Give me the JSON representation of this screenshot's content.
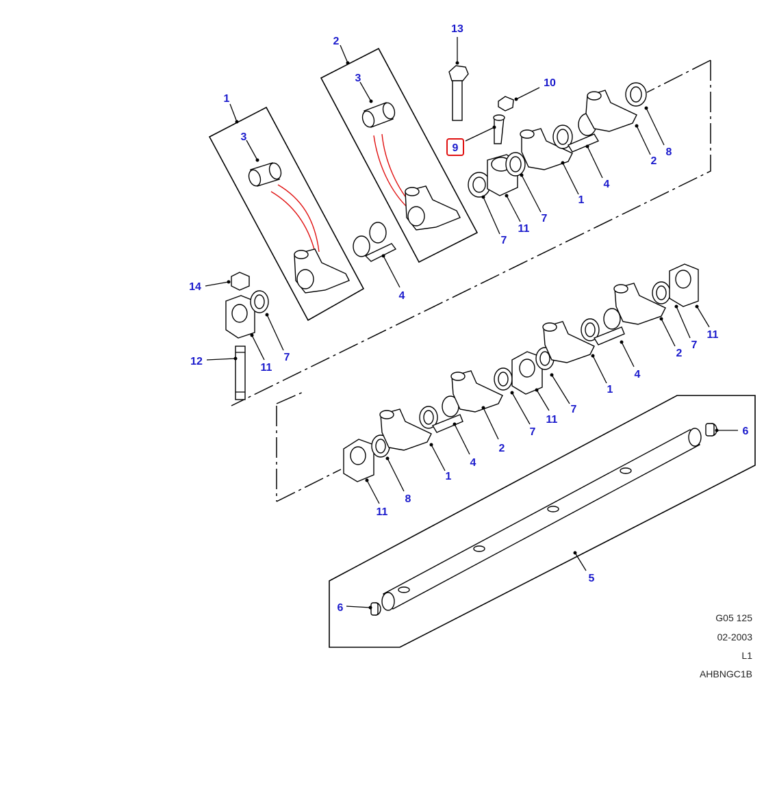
{
  "colors": {
    "callout": "#1a1acc",
    "highlight": "#e01010",
    "line": "#000000"
  },
  "callouts": [
    {
      "id": "c1a",
      "label": "1"
    },
    {
      "id": "c2a",
      "label": "2"
    },
    {
      "id": "c3a",
      "label": "3"
    },
    {
      "id": "c3b",
      "label": "3"
    },
    {
      "id": "c13",
      "label": "13"
    },
    {
      "id": "c10",
      "label": "10"
    },
    {
      "id": "c9",
      "label": "9",
      "highlighted": true
    },
    {
      "id": "c8a",
      "label": "8"
    },
    {
      "id": "c2b",
      "label": "2"
    },
    {
      "id": "c4a",
      "label": "4"
    },
    {
      "id": "c1b",
      "label": "1"
    },
    {
      "id": "c7a",
      "label": "7"
    },
    {
      "id": "c11a",
      "label": "11"
    },
    {
      "id": "c7b",
      "label": "7"
    },
    {
      "id": "c4b",
      "label": "4"
    },
    {
      "id": "c14",
      "label": "14"
    },
    {
      "id": "c12",
      "label": "12"
    },
    {
      "id": "c11b",
      "label": "11"
    },
    {
      "id": "c7c",
      "label": "7"
    },
    {
      "id": "c2c",
      "label": "2"
    },
    {
      "id": "c7d",
      "label": "7"
    },
    {
      "id": "c11c",
      "label": "11"
    },
    {
      "id": "c4c",
      "label": "4"
    },
    {
      "id": "c1c",
      "label": "1"
    },
    {
      "id": "c7e",
      "label": "7"
    },
    {
      "id": "c11d",
      "label": "11"
    },
    {
      "id": "c7f",
      "label": "7"
    },
    {
      "id": "c2d",
      "label": "2"
    },
    {
      "id": "c4d",
      "label": "4"
    },
    {
      "id": "c1d",
      "label": "1"
    },
    {
      "id": "c8b",
      "label": "8"
    },
    {
      "id": "c11e",
      "label": "11"
    },
    {
      "id": "c6a",
      "label": "6"
    },
    {
      "id": "c5",
      "label": "5"
    },
    {
      "id": "c6b",
      "label": "6"
    }
  ],
  "meta": {
    "drawing_number": "G05 125",
    "date": "02-2003",
    "level": "L1",
    "code": "AHBNGC1B"
  }
}
